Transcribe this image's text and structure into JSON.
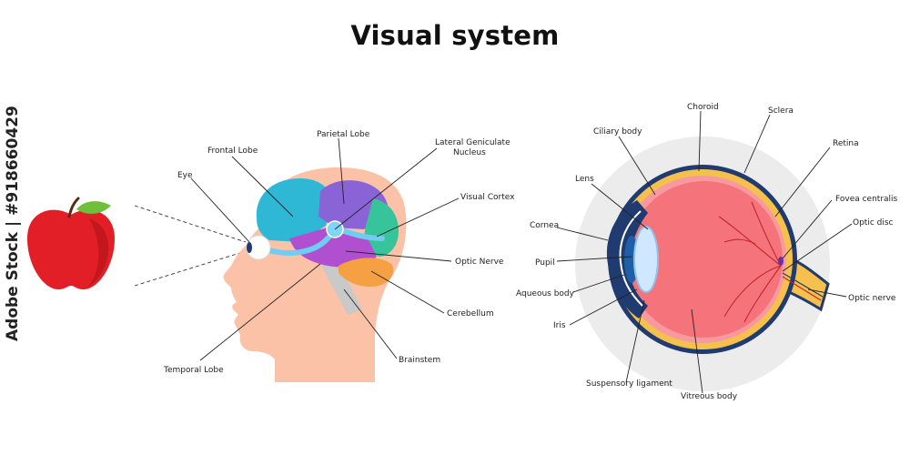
{
  "title": "Visual system",
  "watermark": "Adobe Stock | #918660429",
  "head_labels": {
    "eye": "Eye",
    "frontal_lobe": "Frontal Lobe",
    "parietal_lobe": "Parietal Lobe",
    "lgn_line1": "Lateral Geniculate",
    "lgn_line2": "Nucleus",
    "visual_cortex": "Visual Cortex",
    "optic_nerve": "Optic Nerve",
    "cerebellum": "Cerebellum",
    "brainstem": "Brainstem",
    "temporal_lobe": "Temporal Lobe"
  },
  "eye_labels": {
    "choroid": "Choroid",
    "sclera": "Sclera",
    "ciliary_body": "Ciliary body",
    "retina": "Retina",
    "lens": "Lens",
    "fovea_centralis": "Fovea centralis",
    "optic_disc": "Optic disc",
    "cornea": "Cornea",
    "pupil": "Pupil",
    "aqueous_body": "Aqueous body",
    "iris": "Iris",
    "optic_nerve": "Optic nerve",
    "suspensory_ligament": "Suspensory ligament",
    "vitreous_body": "Vitreous body"
  },
  "colors": {
    "apple_red": "#e21f26",
    "leaf_green": "#6fbf3b",
    "skin": "#fbc2a8",
    "frontal": "#2fb8d6",
    "parietal": "#8a63d6",
    "temporal": "#b04fd0",
    "occipital": "#38c49a",
    "cerebellum": "#f5a042",
    "brainstem": "#c9c9c9",
    "optic_path": "#6ecdf0",
    "eyeball_inner": "#f5737a",
    "sclera": "#f6c04d",
    "eye_outline": "#1f3b6f",
    "background_circle": "#ececec"
  }
}
